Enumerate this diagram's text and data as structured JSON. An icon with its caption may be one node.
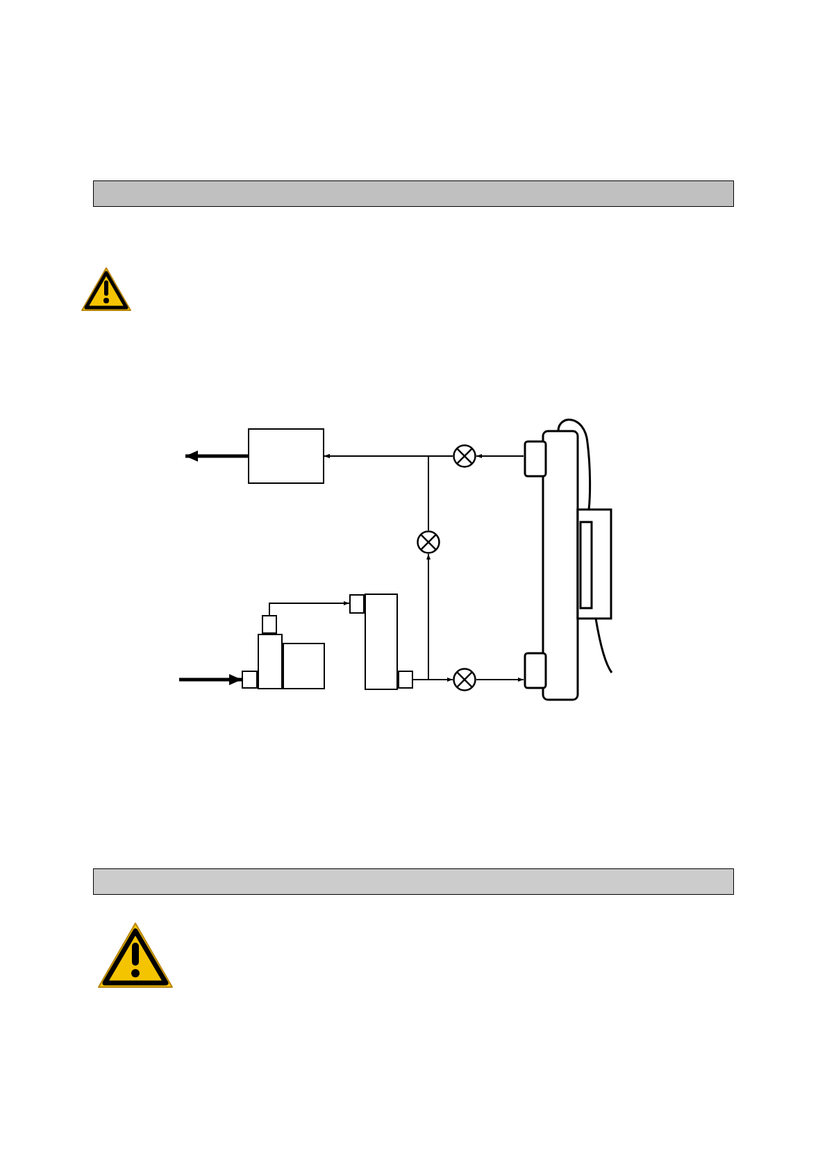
{
  "diagram": {
    "nodes": [
      {
        "text": [],
        "shape": "box"
      },
      {
        "text": [],
        "shape": "circle"
      },
      {
        "text": [],
        "shape": "cylinder"
      },
      {
        "text": [],
        "shape": "circle"
      },
      {
        "text": [],
        "shape": "box"
      },
      {
        "text": [],
        "shape": "box"
      },
      {
        "text": [],
        "shape": "circle"
      }
    ],
    "edges": [
      {
        "from": null,
        "to": 4,
        "arrow": "to",
        "style": "thick"
      },
      {
        "from": 4,
        "to": 5,
        "arrow": "to"
      },
      {
        "from": 5,
        "to": 6,
        "arrow": "to"
      },
      {
        "from": 6,
        "to": 2,
        "arrow": "to"
      },
      {
        "from": 5,
        "to": 3,
        "arrow": "to"
      },
      {
        "from": 2,
        "to": 1,
        "arrow": "to"
      },
      {
        "from": 1,
        "to": 0,
        "arrow": "to"
      },
      {
        "from": 3,
        "to": 0,
        "arrow": "to"
      },
      {
        "from": 0,
        "to": null,
        "arrow": "to",
        "style": "thick"
      }
    ]
  }
}
